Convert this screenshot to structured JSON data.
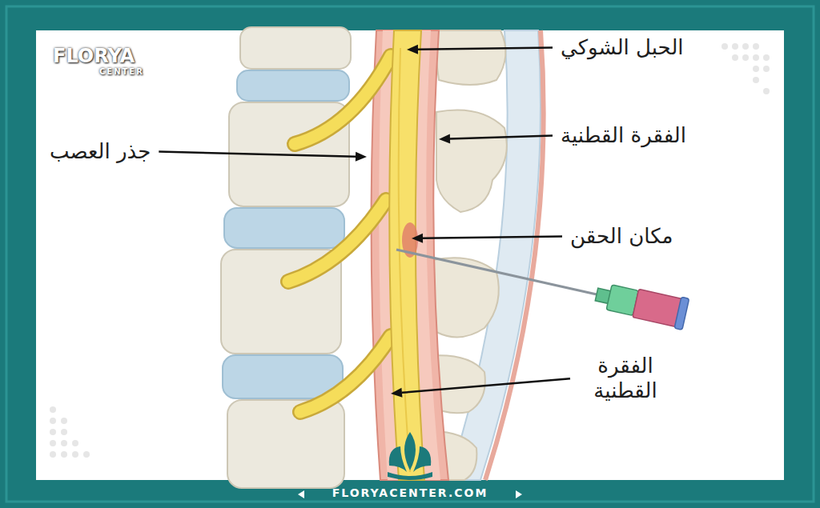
{
  "diagram": {
    "labels": [
      "الحبل الشوكي",
      "الفقرة القطنية",
      "جذر العصب",
      "مكان الحقن",
      "الفقرة القطنية",
      "FLORYA",
      "CENTER",
      "FLORYACENTER.COM"
    ]
  }
}
